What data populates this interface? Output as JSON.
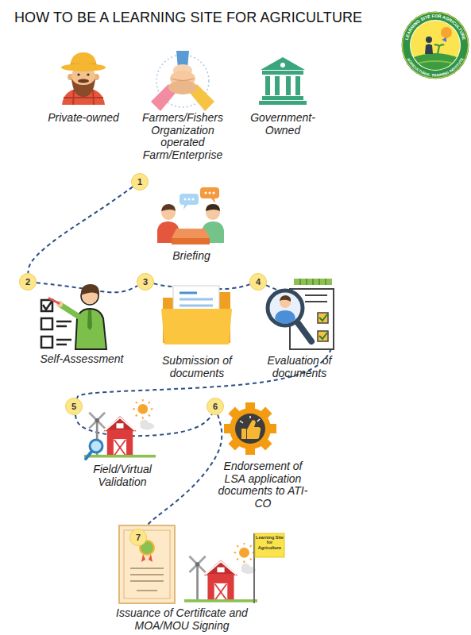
{
  "diagram": {
    "title": "HOW TO BE A LEARNING SITE FOR AGRICULTURE",
    "nodes": [
      {
        "text": [
          "Private-owned"
        ]
      },
      {
        "text": [
          "Farmers/Fishers Organization operated Farm/Enterprise"
        ]
      },
      {
        "text": [
          "Government-Owned"
        ]
      },
      {
        "text": [
          "1",
          "Briefing"
        ]
      },
      {
        "text": [
          "2",
          "Self-Assessment"
        ]
      },
      {
        "text": [
          "3",
          "Submission of documents"
        ]
      },
      {
        "text": [
          "4",
          "Evaluation of documents"
        ]
      },
      {
        "text": [
          "5",
          "Field/Virtual Validation"
        ]
      },
      {
        "text": [
          "6",
          "Endorsement of LSA application documents to ATI-CO"
        ]
      },
      {
        "text": [
          "7",
          "Issuance of Certificate and MOA/MOU Signing"
        ]
      }
    ],
    "edges": [
      {
        "from": 3,
        "to": 4,
        "arrow": "none"
      },
      {
        "from": 4,
        "to": 5,
        "arrow": "none"
      },
      {
        "from": 5,
        "to": 6,
        "arrow": "none"
      },
      {
        "from": 6,
        "to": 7,
        "arrow": "none"
      },
      {
        "from": 7,
        "to": 8,
        "arrow": "none"
      },
      {
        "from": 8,
        "to": 9,
        "arrow": "none"
      }
    ],
    "labels": [
      "LEARNING SITE FOR AGRICULTURE",
      "AGRICULTURAL TRAINING INSTITUTE",
      "Learning Site for Agriculture"
    ]
  }
}
